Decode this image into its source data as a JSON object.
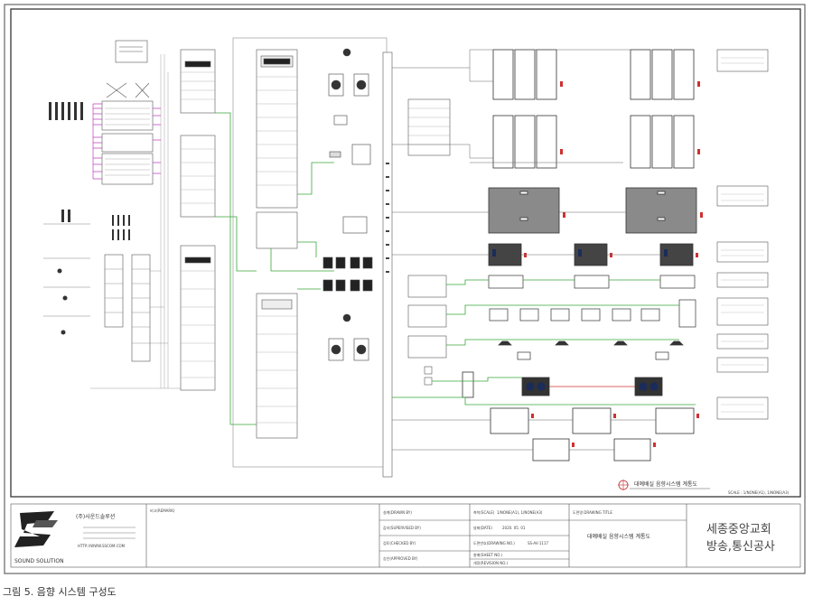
{
  "caption": "그림 5. 음향 시스템 구성도",
  "diagram_title": "대예배실 음향시스템 계통도",
  "scale_note": "SCALE : 1/NONE(A1), 1/NONE(A3)",
  "company": {
    "name_ko": "(주)사운드솔루션",
    "logo_text": "SOUND SOLUTION",
    "url": "HTTP://WWW.SSCOM.COM"
  },
  "title_block": {
    "remark_label": "비고(REMARK)",
    "drawn_label": "설계(DRAWN BY)",
    "supervised_label": "감리(SUPERVISED BY)",
    "checked_label": "검토(CHECKED BY)",
    "approved_label": "승인(APPROVED BY)",
    "scale_label": "축척(SCALE)",
    "scale_value": "1/NONE(A1), 1/NONE(A3)",
    "date_label": "날짜(DATE)",
    "date_value": "2020. 05. 01",
    "dwg_no_label": "도면번호(DRAWING NO.)",
    "dwg_no_value": "SS-AV-1117",
    "sheet_label": "총매(SHEET NO.)",
    "revision_label": "개정(REVISION NO.)",
    "drawing_title_label": "도면명 DRAWING TITLE",
    "drawing_title_value": "대예배실 음향시스템 계통도",
    "project_line1": "세종중앙교회",
    "project_line2": "방송,통신공사"
  },
  "colors": {
    "line": "#555555",
    "green": "#3aa83a",
    "magenta": "#c040c0",
    "red": "#d03030",
    "panel_gray": "#8a8a8a",
    "navy": "#1c2c5a"
  }
}
